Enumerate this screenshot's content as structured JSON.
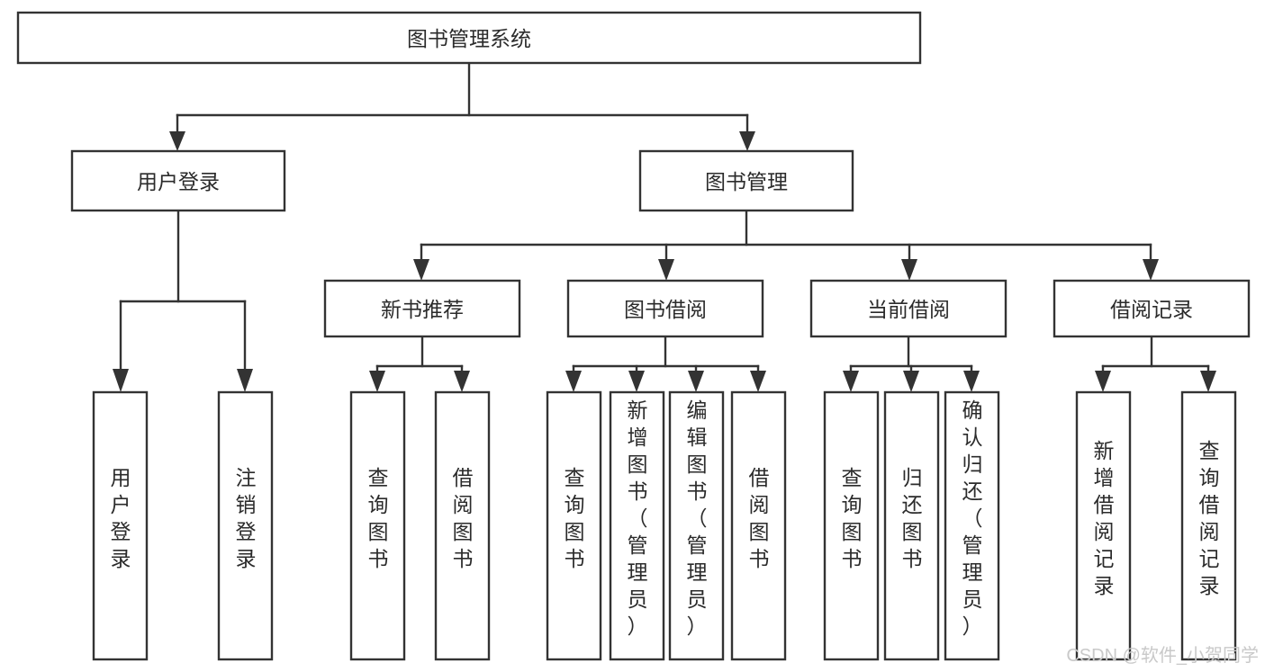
{
  "diagram": {
    "title": "图书管理系统",
    "type": "tree-hierarchy-chart",
    "root": {
      "label": "图书管理系统",
      "orientation": "horizontal"
    },
    "level2": [
      {
        "label": "用户登录",
        "orientation": "horizontal"
      },
      {
        "label": "图书管理",
        "orientation": "horizontal"
      }
    ],
    "level3": [
      {
        "label": "新书推荐",
        "orientation": "horizontal"
      },
      {
        "label": "图书借阅",
        "orientation": "horizontal"
      },
      {
        "label": "当前借阅",
        "orientation": "horizontal"
      },
      {
        "label": "借阅记录",
        "orientation": "horizontal"
      }
    ],
    "leaves": {
      "user_login": [
        {
          "label": "用户登录",
          "orientation": "vertical"
        },
        {
          "label": "注销登录",
          "orientation": "vertical"
        }
      ],
      "new_book_recommend": [
        {
          "label": "查询图书",
          "orientation": "vertical"
        },
        {
          "label": "借阅图书",
          "orientation": "vertical"
        }
      ],
      "book_borrow": [
        {
          "label": "查询图书",
          "orientation": "vertical"
        },
        {
          "label": "新增图书（管理员）",
          "orientation": "vertical"
        },
        {
          "label": "编辑图书（管理员）",
          "orientation": "vertical"
        },
        {
          "label": "借阅图书",
          "orientation": "vertical"
        }
      ],
      "current_borrow": [
        {
          "label": "查询图书",
          "orientation": "vertical"
        },
        {
          "label": "归还图书",
          "orientation": "vertical"
        },
        {
          "label": "确认归还（管理员）",
          "orientation": "vertical"
        }
      ],
      "borrow_record": [
        {
          "label": "新增借阅记录",
          "orientation": "vertical"
        },
        {
          "label": "查询借阅记录",
          "orientation": "vertical"
        }
      ]
    },
    "colors": {
      "stroke": "#333333",
      "box_fill": "#ffffff",
      "text": "#2b2b2b",
      "background": "#ffffff",
      "watermark": "#c9c9c9"
    }
  },
  "watermark": {
    "text": "CSDN @软件_小贺同学"
  }
}
